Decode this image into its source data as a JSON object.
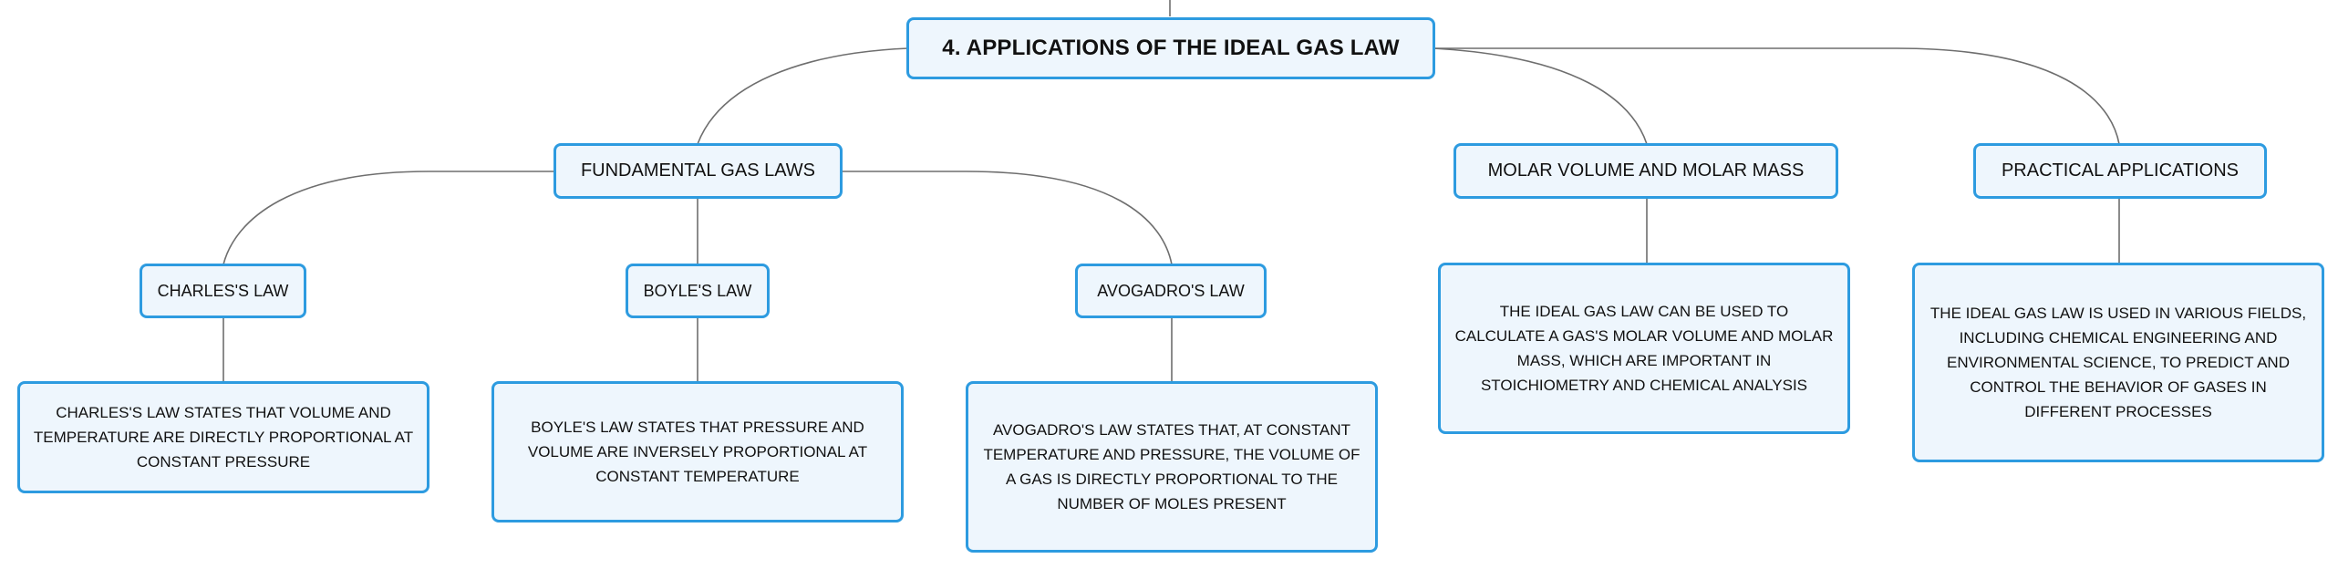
{
  "map": {
    "root": "4. APPLICATIONS OF THE IDEAL GAS LAW",
    "topics": {
      "fundamental": "FUNDAMENTAL GAS LAWS",
      "molar": "MOLAR VOLUME AND MOLAR MASS",
      "practical": "PRACTICAL APPLICATIONS"
    },
    "subtopics": {
      "charles": "CHARLES'S LAW",
      "boyle": "BOYLE'S LAW",
      "avogadro": "AVOGADRO'S LAW"
    },
    "details": {
      "charles": "CHARLES'S LAW STATES THAT VOLUME AND TEMPERATURE ARE DIRECTLY PROPORTIONAL AT CONSTANT PRESSURE",
      "boyle": "BOYLE'S LAW STATES THAT PRESSURE AND VOLUME ARE INVERSELY PROPORTIONAL AT CONSTANT TEMPERATURE",
      "avogadro": "AVOGADRO'S LAW STATES THAT, AT CONSTANT TEMPERATURE AND PRESSURE, THE VOLUME OF A GAS IS DIRECTLY PROPORTIONAL TO THE NUMBER OF MOLES PRESENT",
      "molar": "THE IDEAL GAS LAW CAN BE USED TO CALCULATE A GAS'S MOLAR VOLUME AND MOLAR MASS, WHICH ARE IMPORTANT IN STOICHIOMETRY AND CHEMICAL ANALYSIS",
      "practical": "THE IDEAL GAS LAW IS USED IN VARIOUS FIELDS, INCLUDING CHEMICAL ENGINEERING AND ENVIRONMENTAL SCIENCE, TO PREDICT AND CONTROL THE BEHAVIOR OF GASES IN DIFFERENT PROCESSES"
    }
  },
  "colors": {
    "node_border": "#2d9be0",
    "node_fill": "#eef6fd",
    "connector": "#6e6e6e",
    "text": "#111111"
  }
}
